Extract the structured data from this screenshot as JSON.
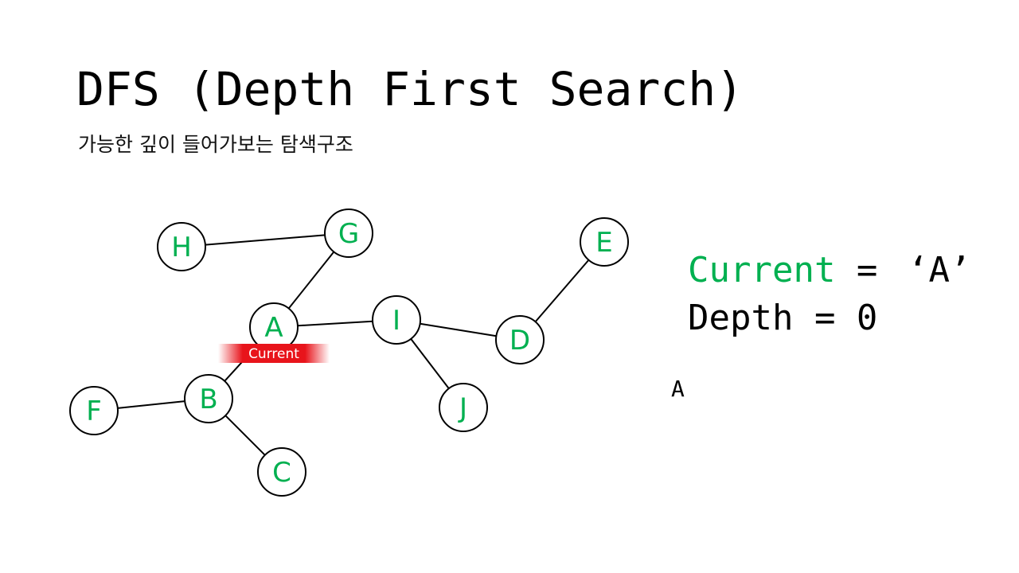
{
  "slide": {
    "title": "DFS (Depth First Search)",
    "subtitle": "가능한 깊이 들어가보는 탐색구조"
  },
  "graph": {
    "nodes": [
      {
        "id": "H",
        "label": "H"
      },
      {
        "id": "G",
        "label": "G"
      },
      {
        "id": "E",
        "label": "E"
      },
      {
        "id": "A",
        "label": "A"
      },
      {
        "id": "I",
        "label": "I"
      },
      {
        "id": "D",
        "label": "D"
      },
      {
        "id": "B",
        "label": "B"
      },
      {
        "id": "F",
        "label": "F"
      },
      {
        "id": "J",
        "label": "J"
      },
      {
        "id": "C",
        "label": "C"
      }
    ],
    "edges": [
      [
        "H",
        "G"
      ],
      [
        "G",
        "A"
      ],
      [
        "A",
        "I"
      ],
      [
        "I",
        "D"
      ],
      [
        "D",
        "E"
      ],
      [
        "I",
        "J"
      ],
      [
        "A",
        "B"
      ],
      [
        "B",
        "F"
      ],
      [
        "B",
        "C"
      ]
    ],
    "current_node": "A",
    "current_tag": "Current",
    "node_label_color": "#00b050",
    "tag_color": "#e8141b"
  },
  "status": {
    "current_key": "Current",
    "current_eq": " = ",
    "current_value": "‘A’",
    "depth_text": "Depth = 0",
    "visited": "A"
  }
}
